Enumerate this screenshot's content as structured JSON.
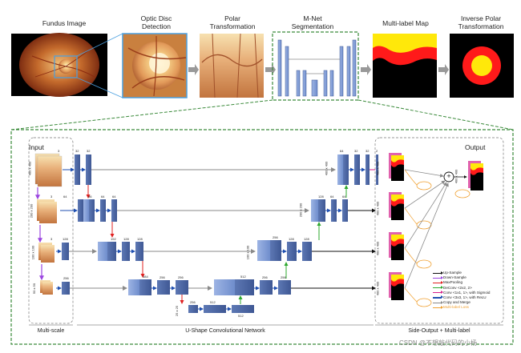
{
  "pipeline": {
    "stages": [
      {
        "label_1": "Fundus Image",
        "label_2": ""
      },
      {
        "label_1": "Optic Disc",
        "label_2": "Detection"
      },
      {
        "label_1": "Polar",
        "label_2": "Transformation"
      },
      {
        "label_1": "M-Net",
        "label_2": "Segmentation"
      },
      {
        "label_1": "Multi-label Map",
        "label_2": ""
      },
      {
        "label_1": "Inverse Polar",
        "label_2": "Transformation"
      }
    ]
  },
  "network": {
    "input_label": "Input",
    "output_label": "Output",
    "bottom_labels": {
      "multiscale": "Multi-scale",
      "unet": "U-Shape Convolutional Network",
      "side": "Side-Output + Multi-label"
    },
    "sizes": {
      "s1": "400 x 400",
      "s2": "200 x 200",
      "s3": "100 x 100",
      "s4": "50 x 50",
      "s5": "25 x 25"
    },
    "channels": {
      "c3": "3",
      "c32": "32",
      "c64": "64",
      "c96": "96",
      "c128": "128",
      "c192": "192",
      "c256": "256",
      "c384": "384",
      "c512": "512",
      "c2": "2"
    },
    "side_out": "1 / 1",
    "avg": "+"
  },
  "legend": [
    {
      "label": "Up-Sample",
      "color": "#111111"
    },
    {
      "label": "Down-Sample",
      "color": "#9b45e0"
    },
    {
      "label": "MaxPooling",
      "color": "#e02020"
    },
    {
      "label": "DeConv <2x2, 2>",
      "color": "#2ea82e"
    },
    {
      "label": "Conv <1x1, 1>, with Sigmoid",
      "color": "#d41f8a"
    },
    {
      "label": "Conv <3x3, 1>, with ReLU",
      "color": "#1f4fb0"
    },
    {
      "label": "Copy and Merge",
      "color": "#8a8a8a"
    },
    {
      "label": "Multi-label Loss",
      "color": "#f0a030"
    }
  ],
  "watermark": "CSDN @不想敲代码的小杨"
}
